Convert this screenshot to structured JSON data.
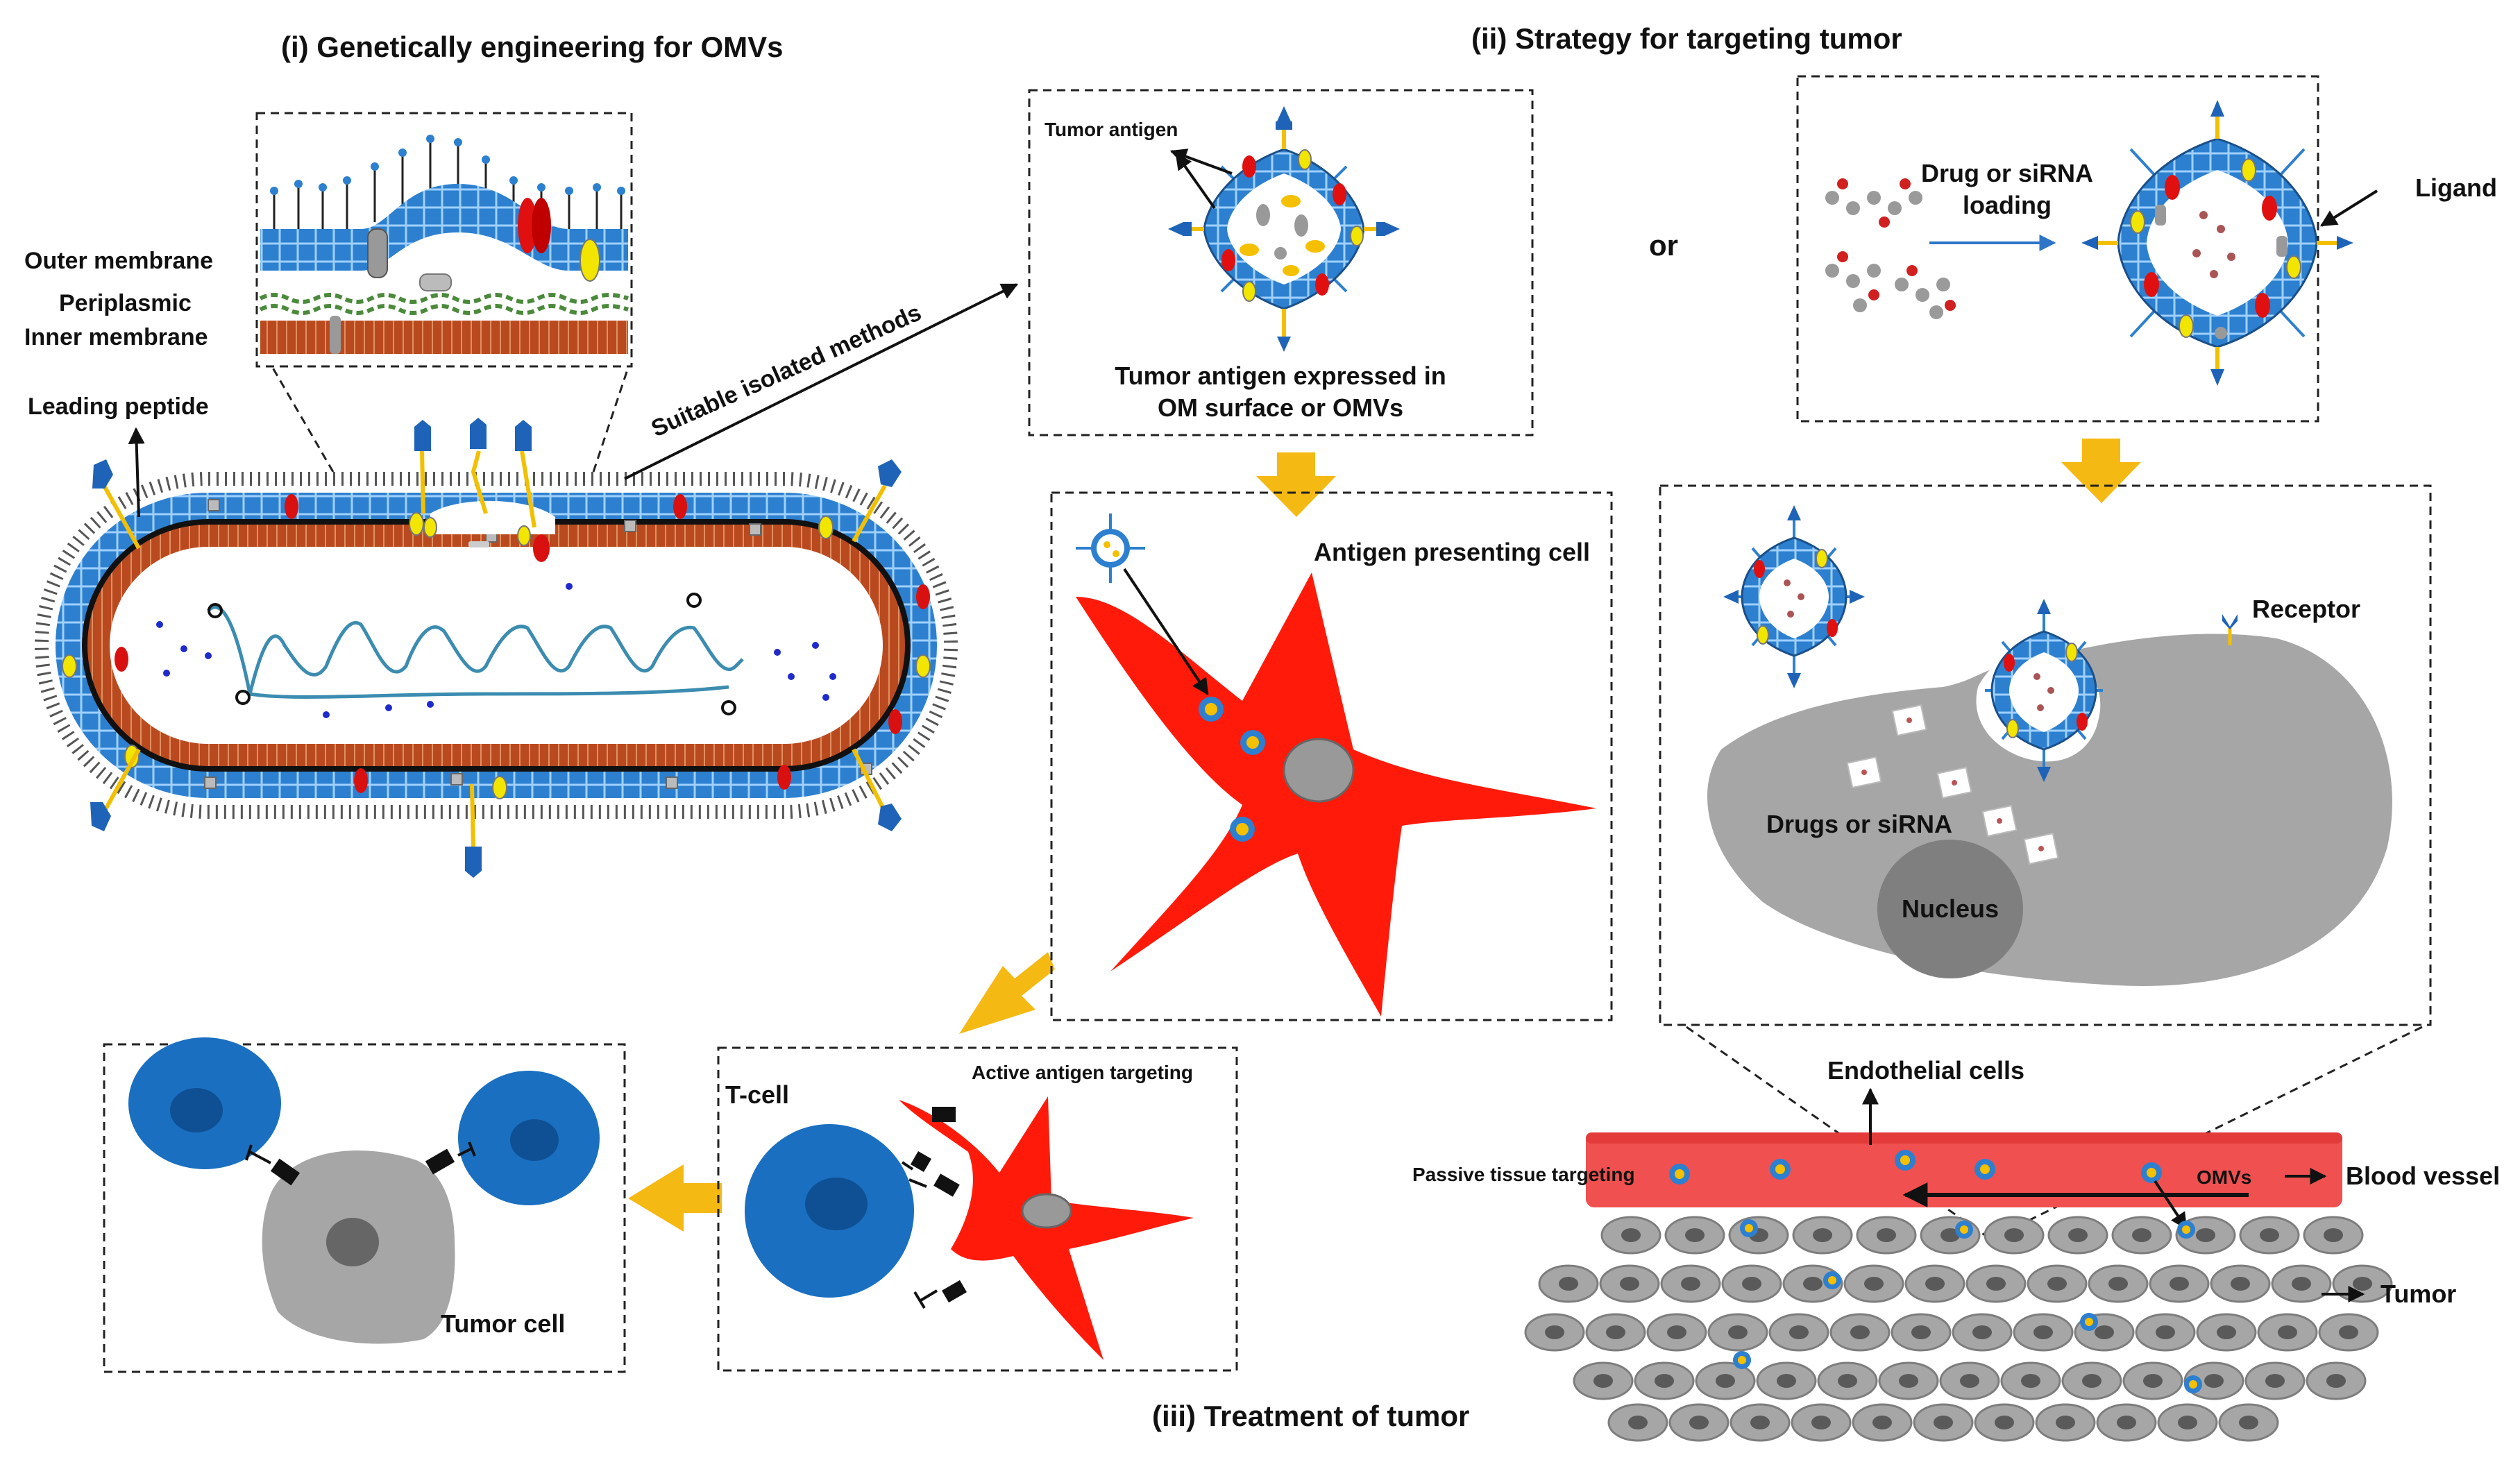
{
  "sections": {
    "genetic": "(i) Genetically engineering for OMVs",
    "strategy": "(ii) Strategy for targeting tumor",
    "treatment": "(iii) Treatment of tumor"
  },
  "membrane": {
    "outer": "Outer membrane",
    "periplasmic": "Periplasmic",
    "inner": "Inner membrane"
  },
  "bacterium": {
    "leading_peptide": "Leading peptide",
    "isolation": "Suitable isolated methods"
  },
  "antigen_panel": {
    "tumor_antigen": "Tumor antigen",
    "caption_line1": "Tumor antigen expressed in",
    "caption_line2": "OM surface or OMVs"
  },
  "or_label": "or",
  "drug_panel": {
    "loading_line1": "Drug or siRNA",
    "loading_line2": "loading",
    "ligand": "Ligand"
  },
  "apc_panel": {
    "title": "Antigen presenting cell"
  },
  "cell_panel": {
    "receptor": "Receptor",
    "drugs": "Drugs or siRNA",
    "nucleus": "Nucleus"
  },
  "vessel": {
    "endothelial": "Endothelial cells",
    "passive": "Passive  tissue  targeting",
    "omvs": "OMVs",
    "blood_vessel": "Blood vessel",
    "tumor": "Tumor"
  },
  "tcell_panel": {
    "tcell": "T-cell",
    "active": "Active antigen targeting"
  },
  "tumor_panel": {
    "tumor_cell": "Tumor cell"
  },
  "colors": {
    "membrane_blue": "#1f78c8",
    "peptidoglycan": "#b5471c",
    "apc_red": "#ff1a0a",
    "tcell_blue": "#1a6fc0",
    "arrow_gold": "#f5b914",
    "cell_gray": "#a6a6a6",
    "vessel_red": "#f05050"
  }
}
